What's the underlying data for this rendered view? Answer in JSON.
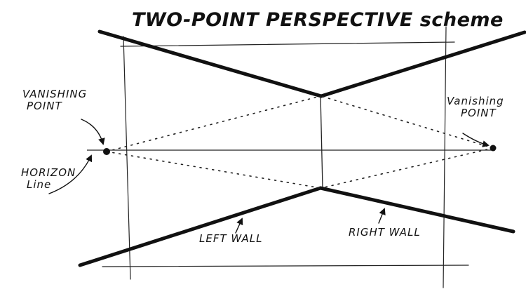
{
  "diagram": {
    "title": "TWO-POINT PERSPECTIVE scheme",
    "labels": {
      "vanishing_point_left_1": "VANISHING",
      "vanishing_point_left_2": "POINT",
      "vanishing_point_right_1": "Vanishing",
      "vanishing_point_right_2": "POINT",
      "horizon_1": "HORIZON",
      "horizon_2": "Line",
      "left_wall": "LEFT WALL",
      "right_wall": "RIGHT WALL"
    }
  }
}
